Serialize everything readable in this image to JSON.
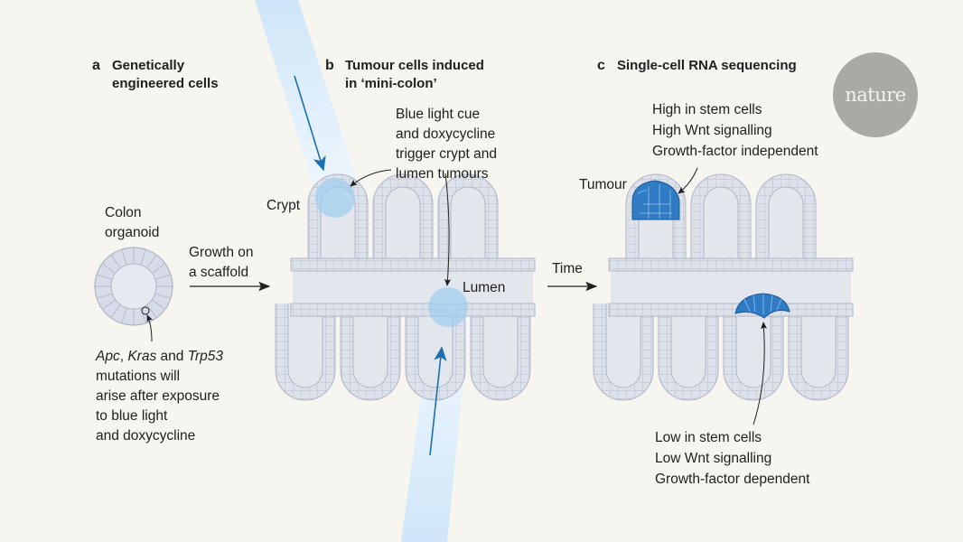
{
  "figure": {
    "publisher_logo": "nature",
    "panels": [
      {
        "letter": "a",
        "title_lines": [
          "Genetically",
          "engineered cells"
        ],
        "labels": {
          "organoid": [
            "Colon",
            "organoid"
          ],
          "arrow": [
            "Growth on",
            "a scaffold"
          ],
          "mutation_genes": [
            "Apc",
            "Kras",
            "Trp53"
          ],
          "mutation_line1_joiners": [
            ", ",
            " and "
          ],
          "mutation_rest": [
            "mutations will",
            "arise after exposure",
            "to blue light",
            "and doxycycline"
          ]
        }
      },
      {
        "letter": "b",
        "title_lines": [
          "Tumour cells induced",
          "in ‘mini-colon’"
        ],
        "labels": {
          "cue": [
            "Blue light cue",
            "and doxycycline",
            "trigger crypt and",
            "lumen tumours"
          ],
          "crypt": "Crypt",
          "lumen": "Lumen"
        }
      },
      {
        "letter": "c",
        "title_lines": [
          "Single-cell RNA sequencing"
        ],
        "labels": {
          "arrow": "Time",
          "tumour": "Tumour",
          "crypt_tumour_traits": [
            "High in stem cells",
            "High Wnt signalling",
            "Growth-factor independent"
          ],
          "lumen_tumour_traits": [
            "Low in stem cells",
            "Low Wnt signalling",
            "Growth-factor dependent"
          ]
        }
      }
    ],
    "colors": {
      "background": "#f6f5ef",
      "tissue_fill": "#e4e6ee",
      "cell_fill": "#dde1ea",
      "cell_stroke": "#aeb6c6",
      "light_beam": "#cfe6f8",
      "light_spot": "#9fcdee",
      "light_arrow": "#1d6fb0",
      "tumour": "#2f7bc4",
      "logo": "#a9a9a5"
    }
  }
}
